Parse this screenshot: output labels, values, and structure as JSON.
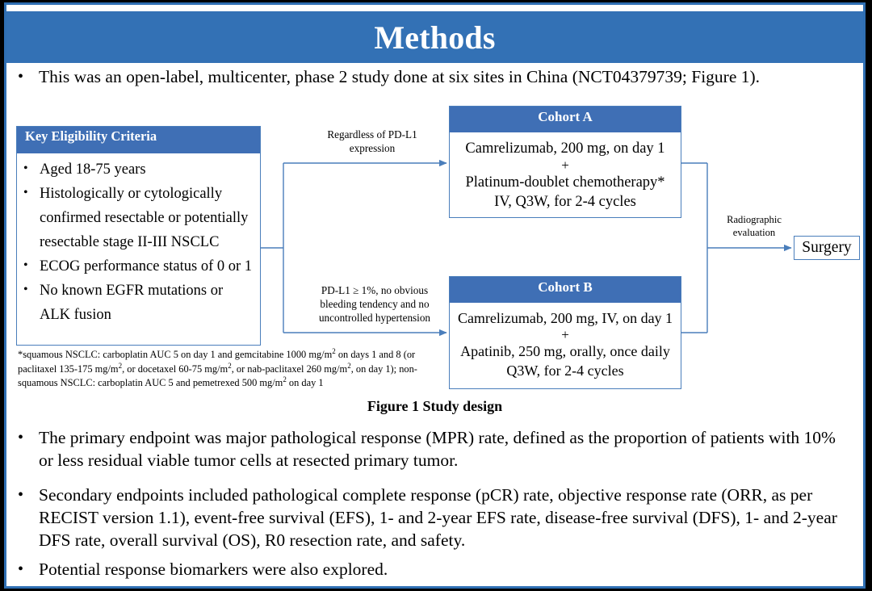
{
  "slide": {
    "title": "Methods",
    "accent_color": "#3371b5",
    "box_header_color": "#3f6fb5",
    "box_border_color": "#4a7ebb",
    "frame_color": "#2f6fb3",
    "background_color": "#000000"
  },
  "bullets": {
    "intro": "This was an open-label, multicenter, phase 2 study done at six sites in China (NCT04379739; Figure 1).",
    "primary": "The primary endpoint was major pathological response (MPR) rate, defined as the proportion of patients with 10% or less residual viable tumor cells at resected primary tumor.",
    "secondary": "Secondary endpoints included pathological complete response (pCR) rate, objective response rate (ORR, as per RECIST version 1.1), event-free survival (EFS), 1- and 2-year EFS rate, disease-free survival (DFS), 1- and 2-year DFS rate, overall survival (OS), R0 resection rate, and safety.",
    "biomarkers": "Potential response biomarkers were also explored.",
    "marker": "•"
  },
  "figure": {
    "caption": "Figure 1 Study design",
    "eligibility": {
      "header": "Key  Eligibility Criteria",
      "marker": "•",
      "items": [
        "Aged 18-75 years",
        "Histologically or cytologically confirmed resectable or potentially resectable stage II-III  NSCLC",
        "ECOG performance status of 0 or 1",
        "No known EGFR mutations or ALK fusion"
      ]
    },
    "cohort_a": {
      "header": "Cohort A",
      "line1": "Camrelizumab, 200 mg, on day 1",
      "plus": "+",
      "line2": "Platinum-doublet chemotherapy*",
      "line3": "IV, Q3W, for 2-4 cycles"
    },
    "cohort_b": {
      "header": "Cohort B",
      "line1": "Camrelizumab, 200 mg, IV, on day 1",
      "plus": "+",
      "line2": "Apatinib, 250 mg, orally, once daily",
      "line3": "Q3W, for 2-4 cycles"
    },
    "arrow_labels": {
      "cohort_a_condition_line1": "Regardless  of PD-L1",
      "cohort_a_condition_line2": "expression",
      "cohort_b_condition_line1": "PD-L1 ≥ 1%, no obvious",
      "cohort_b_condition_line2": "bleeding tendency  and no",
      "cohort_b_condition_line3": "uncontrolled  hypertension",
      "surgery_condition_line1": "Radiographic",
      "surgery_condition_line2": "evaluation"
    },
    "surgery": {
      "label": "Surgery"
    },
    "footnote": {
      "line1_a": "*squamous NSCLC: carboplatin AUC 5 on day 1 and gemcitabine 1000 mg/m",
      "line1_sup": "2",
      "line1_b": " on days 1 and 8 (or",
      "line2_a": "paclitaxel  135-175  mg/m",
      "line2_sup1": "2",
      "line2_b": ", or docetaxel 60-75 mg/m",
      "line2_sup2": "2",
      "line2_c": ", or nab-paclitaxel 260 mg/m",
      "line2_sup3": "2",
      "line2_d": ", on day 1); non-",
      "line3_a": "squamous NSCLC: carboplatin AUC 5 and pemetrexed 500 mg/m",
      "line3_sup": "2",
      "line3_b": " on day 1"
    }
  }
}
